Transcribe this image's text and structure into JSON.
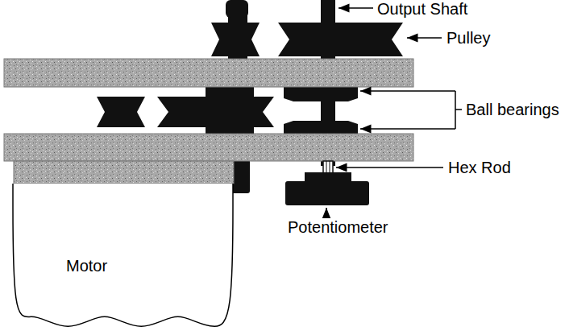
{
  "diagram": {
    "nodes": [
      {
        "text": [
          "Motor"
        ]
      }
    ],
    "labels": [
      "Output Shaft",
      "Pulley",
      "Ball bearings",
      "Hex Rod",
      "Potentiometer"
    ]
  }
}
